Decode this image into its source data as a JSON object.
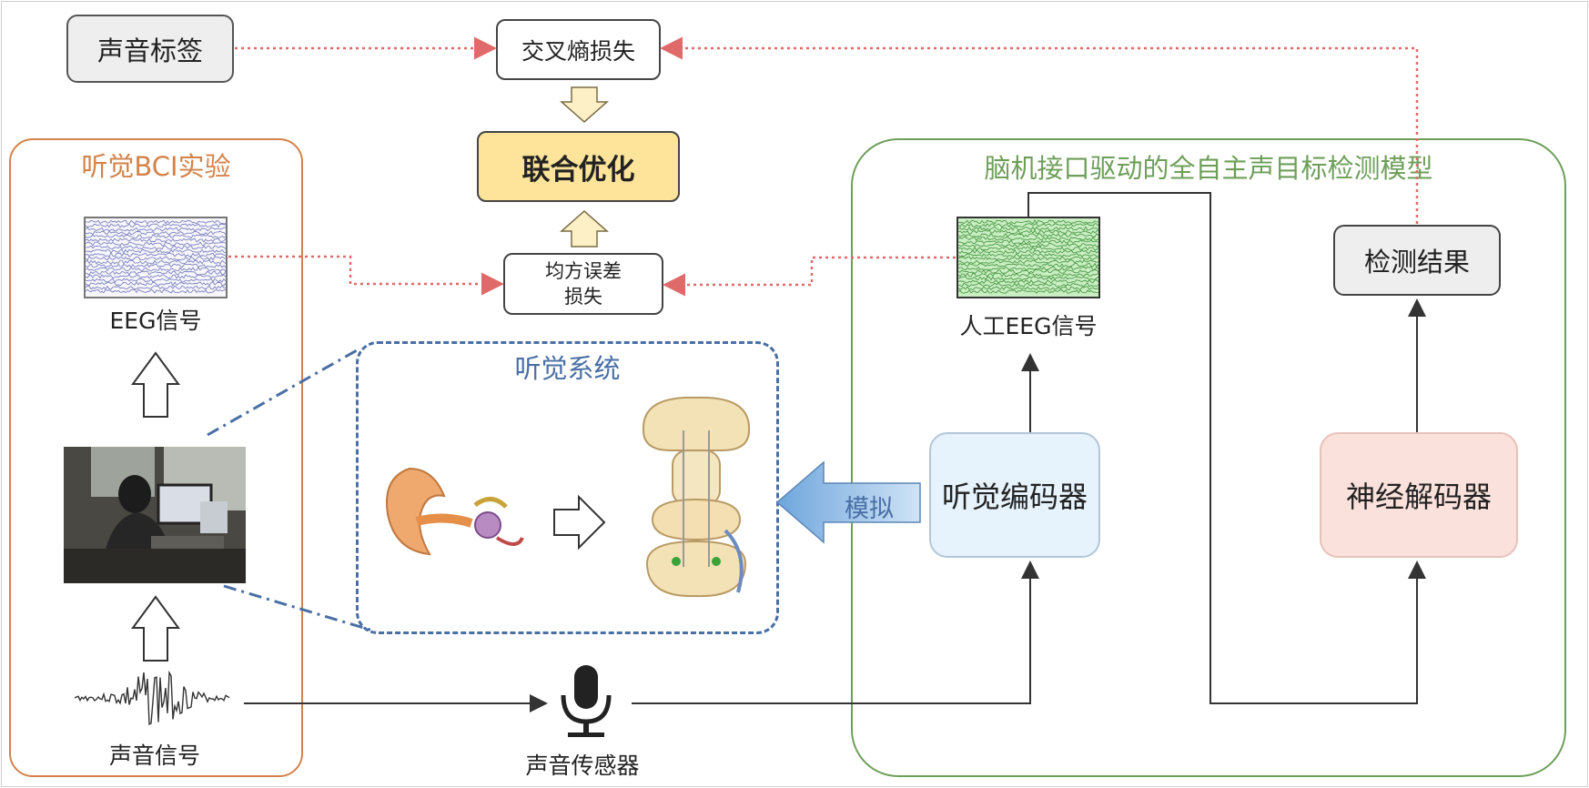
{
  "sound_label": "声音标签",
  "cross_entropy_loss": "交叉熵损失",
  "joint_optimization": "联合优化",
  "mse_loss": "均方误差\n损失",
  "bci_group": {
    "title": "听觉BCI实验",
    "eeg_caption": "EEG信号",
    "sound_caption": "声音信号"
  },
  "auditory_system": {
    "title": "听觉系统"
  },
  "simulate_label": "模拟",
  "sound_sensor": "声音传感器",
  "model_group": {
    "title": "脑机接口驱动的全自主声目标检测模型",
    "artificial_eeg": "人工EEG信号",
    "auditory_encoder": "听觉编码器",
    "neural_decoder": "神经解码器",
    "detection_result": "检测结果"
  },
  "colors": {
    "orange": "#d4824a",
    "green": "#6e9f5a",
    "blue_dash": "#4a6fa5",
    "red_dotted": "#e06a6a",
    "joint_fill": "#fde49a",
    "encoder_fill": "#e6f2fc",
    "decoder_fill": "#fbe1dc",
    "arrow_fill": "#fdf0c6"
  }
}
